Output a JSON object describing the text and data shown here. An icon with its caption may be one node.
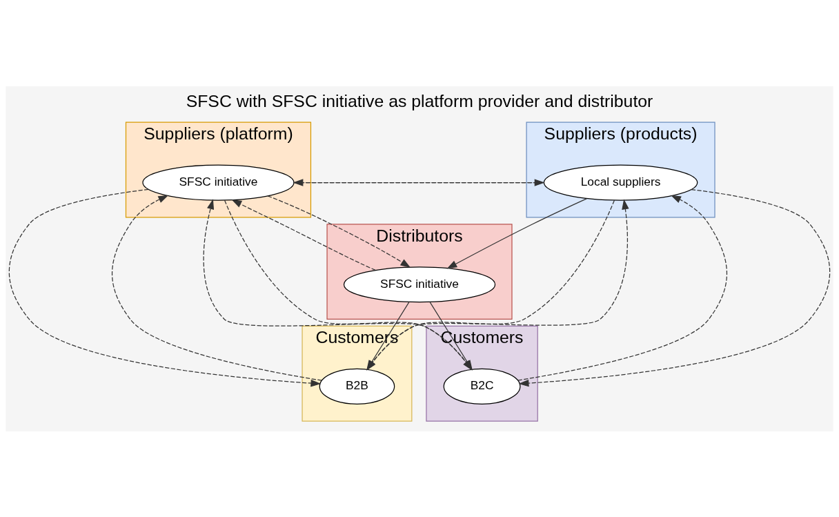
{
  "diagram": {
    "title": "SFSC with SFSC initiative as platform provider and distributor",
    "nodes": [
      {
        "text": [
          "Suppliers (products)"
        ]
      },
      {
        "text": [
          "Local suppliers"
        ],
        "in": 0
      },
      {
        "text": [
          "Suppliers (platform)"
        ]
      },
      {
        "text": [
          "SFSC initiative"
        ],
        "in": 2
      },
      {
        "text": [
          "Distributors"
        ]
      },
      {
        "text": [
          "SFSC initiative"
        ],
        "in": 4
      },
      {
        "text": [
          "Customers"
        ]
      },
      {
        "text": [
          "B2B"
        ],
        "in": 6
      },
      {
        "text": [
          "Customers"
        ]
      },
      {
        "text": [
          "B2C"
        ],
        "in": 8
      }
    ],
    "edges": [
      {
        "from": 1,
        "to": 3,
        "arrow": "to",
        "style": "dashed"
      },
      {
        "from": 3,
        "to": 1,
        "arrow": "to",
        "style": "dashed"
      },
      {
        "from": 1,
        "to": 5,
        "arrow": "to"
      },
      {
        "from": 1,
        "to": 7,
        "arrow": "to",
        "style": "dashed"
      },
      {
        "from": 7,
        "to": 1,
        "arrow": "to",
        "style": "dashed"
      },
      {
        "from": 1,
        "to": 9,
        "arrow": "to",
        "style": "dashed"
      },
      {
        "from": 9,
        "to": 1,
        "arrow": "to",
        "style": "dashed"
      },
      {
        "from": 3,
        "to": 5,
        "arrow": "to",
        "style": "dashed"
      },
      {
        "from": 5,
        "to": 3,
        "arrow": "to",
        "style": "dashed"
      },
      {
        "from": 3,
        "to": 7,
        "arrow": "to",
        "style": "dashed"
      },
      {
        "from": 7,
        "to": 3,
        "arrow": "to",
        "style": "dashed"
      },
      {
        "from": 3,
        "to": 9,
        "arrow": "to",
        "style": "dashed"
      },
      {
        "from": 9,
        "to": 3,
        "arrow": "to",
        "style": "dashed"
      },
      {
        "from": 5,
        "to": 7,
        "arrow": "to"
      },
      {
        "from": 5,
        "to": 9,
        "arrow": "to"
      }
    ]
  }
}
